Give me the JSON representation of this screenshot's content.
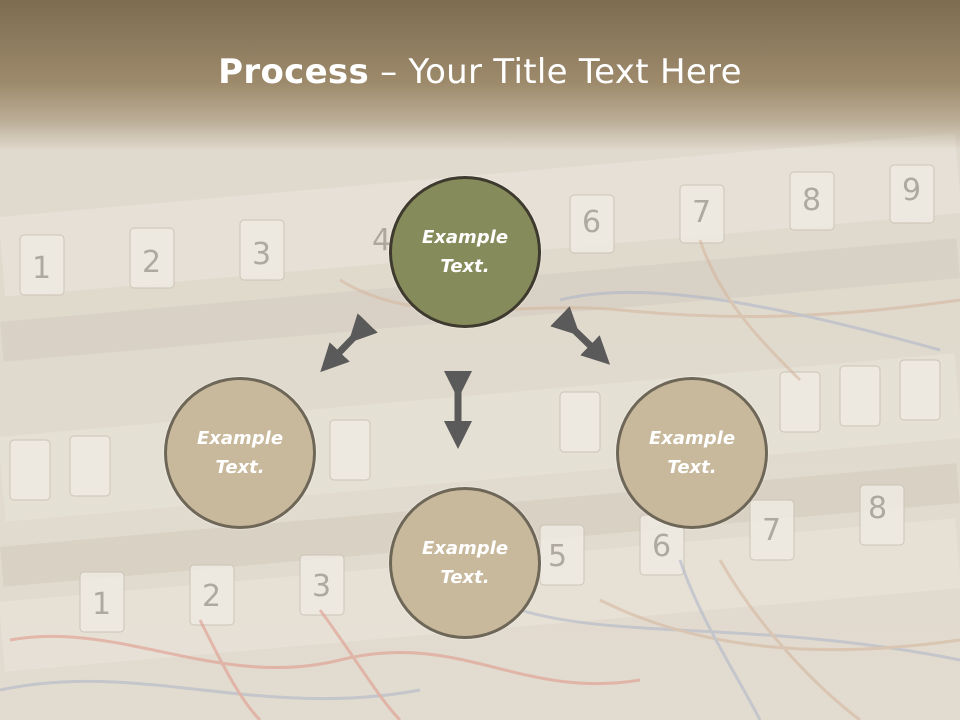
{
  "slide": {
    "title_bold": "Process",
    "title_rest": " – Your Title Text Here"
  },
  "nodes": {
    "top": "Example\nText.",
    "left": "Example\nText.",
    "right": "Example\nText.",
    "bottom": "Example\nText."
  },
  "background": {
    "panel_numbers_upper": [
      "1",
      "2",
      "3",
      "4",
      "6",
      "7",
      "8",
      "9"
    ],
    "panel_numbers_lower": [
      "1",
      "2",
      "3",
      "5",
      "6",
      "7",
      "8"
    ]
  },
  "colors": {
    "title_band": "#8c7a5c",
    "center_circle": "#868b5b",
    "outer_circle": "#c8b99c",
    "arrow": "#5a5a5a"
  }
}
